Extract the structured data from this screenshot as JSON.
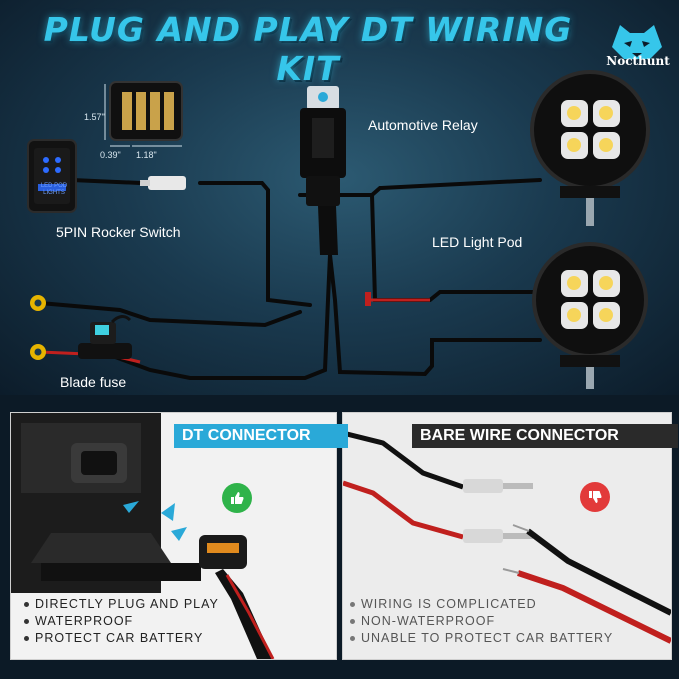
{
  "title": "PLUG AND PLAY DT WIRING KIT",
  "brand": {
    "name": "Nocthunt",
    "icon": "panther-head-icon",
    "color": "#36c6ea"
  },
  "labels": {
    "relay": "Automotive Relay",
    "switch": "5PIN Rocker Switch",
    "pod": "LED Light Pod",
    "fuse": "Blade fuse"
  },
  "dimensions": {
    "height": "1.57\"",
    "width": "0.39\"",
    "depth": "1.18\""
  },
  "switch_text": "LED POD LIGHTS",
  "panels": {
    "dt": {
      "title": "DT CONNECTOR",
      "verdict_icon": "thumbs-up-icon",
      "color": "#2aa9d8",
      "items": [
        "DIRECTLY PLUG AND PLAY",
        "WATERPROOF",
        "PROTECT CAR BATTERY"
      ]
    },
    "bare": {
      "title": "BARE WIRE CONNECTOR",
      "verdict_icon": "thumbs-down-icon",
      "color": "#e23a3a",
      "items": [
        "WIRING IS COMPLICATED",
        "NON-WATERPROOF",
        "UNABLE TO PROTECT CAR BATTERY"
      ]
    }
  }
}
